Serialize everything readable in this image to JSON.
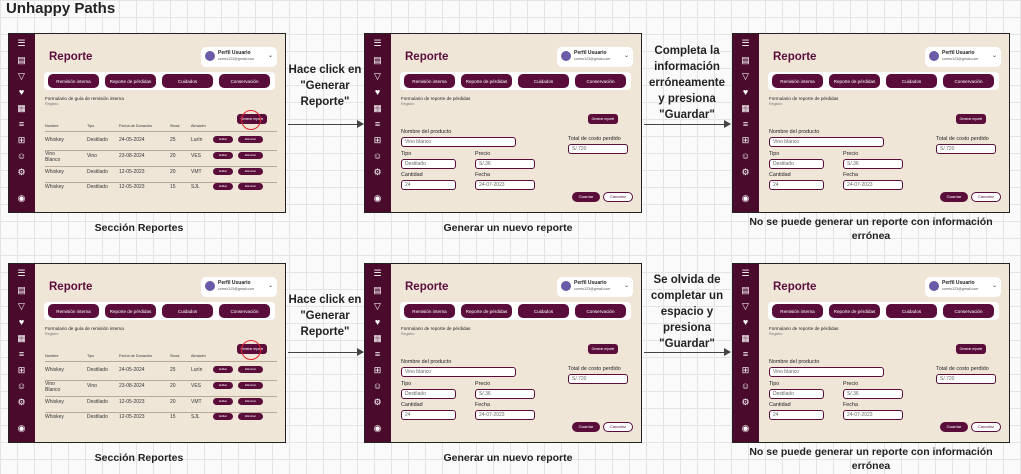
{
  "title": "Unhappy Paths",
  "profile": {
    "name": "Perfil Usuario",
    "email": "correo123@gmail.com"
  },
  "report_title": "Reporte",
  "tabs": [
    "Remisión interna",
    "Reporte de pérdidas",
    "Cuidados",
    "Conservación"
  ],
  "list_form_title": "Formulario de guía de remisión interna",
  "list_form_sub": "Registro",
  "generate_label": "Generar reporte",
  "columns": [
    "Nombre",
    "Tipo",
    "Fecha de Donación",
    "Stock",
    "Almacén"
  ],
  "rows": [
    [
      "Whiskey",
      "Destilado",
      "24-05-2024",
      "25",
      "Lurín"
    ],
    [
      "Vino Blanco",
      "Vino",
      "23-08-2024",
      "20",
      "VES"
    ],
    [
      "Whiskey",
      "Destilado",
      "12-05-2023",
      "20",
      "VMT"
    ],
    [
      "Whiskey",
      "Destilado",
      "12-05-2023",
      "15",
      "SJL"
    ]
  ],
  "row_edit": "Editar",
  "row_delete": "Eliminar",
  "new_form_title": "Formulario de reporte de pérdidas",
  "new_form_sub": "Registro",
  "labels": {
    "product": "Nombre del producto",
    "type": "Tipo",
    "price": "Precio",
    "quantity": "Cantidad",
    "date": "Fecha",
    "total": "Total de costo perdido"
  },
  "values": {
    "product": "Vino blanco",
    "type": "Destilado",
    "price": "S/.36",
    "quantity": "24",
    "date": "24-07-2023",
    "total": "S/.720"
  },
  "save_label": "Guardar",
  "cancel_label": "Cancelar",
  "captions": {
    "reports": "Sección Reportes",
    "new_report": "Generar un nuevo reporte",
    "error": "No se puede generar un reporte con información errónea"
  },
  "arrows": {
    "click": "Hace click en \"Generar Reporte\"",
    "wrong_info": "Completa la información erróneamente y presiona \"Guardar\"",
    "forgot_field": "Se olvida de completar un espacio y presiona \"Guardar\""
  },
  "colors": {
    "primary": "#5a0d3a",
    "sidebar": "#4a0a2c",
    "content_bg": "#f0e6d8",
    "highlight": "#e0242c"
  }
}
